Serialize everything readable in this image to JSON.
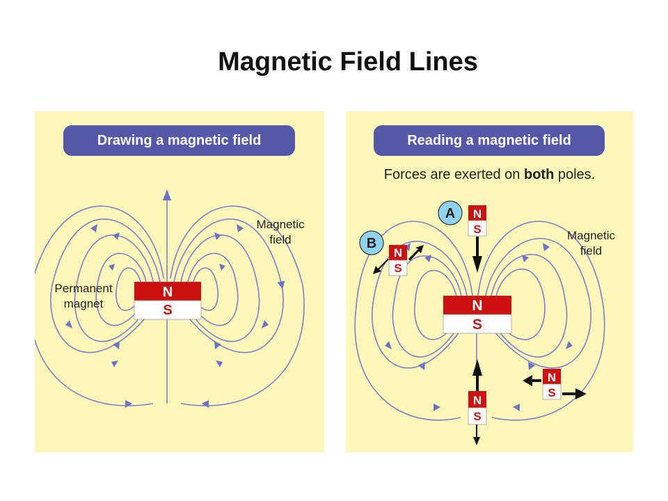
{
  "title": "Magnetic Field Lines",
  "left_panel": {
    "header": "Drawing a magnetic field",
    "label_magnetic_field_1": "Magnetic",
    "label_magnetic_field_2": "field",
    "label_permanent_magnet_1": "Permanent",
    "label_permanent_magnet_2": "magnet",
    "magnet_north": "N",
    "magnet_south": "S"
  },
  "right_panel": {
    "header": "Reading a magnetic field",
    "subtitle_pre": "Forces are exerted on ",
    "subtitle_bold": "both",
    "subtitle_post": " poles.",
    "label_magnetic_field_1": "Magnetic",
    "label_magnetic_field_2": "field",
    "badge_a": "A",
    "badge_b": "B",
    "magnet_north": "N",
    "magnet_south": "S"
  },
  "colors": {
    "panel_background": "#fdf8ba",
    "header_background": "#5557a8",
    "field_line": "#7b7fcc",
    "magnet_north": "#cc1111",
    "badge": "#8fd3f0"
  },
  "icons": [
    "field-line-arrow-icon",
    "force-arrow-icon"
  ]
}
